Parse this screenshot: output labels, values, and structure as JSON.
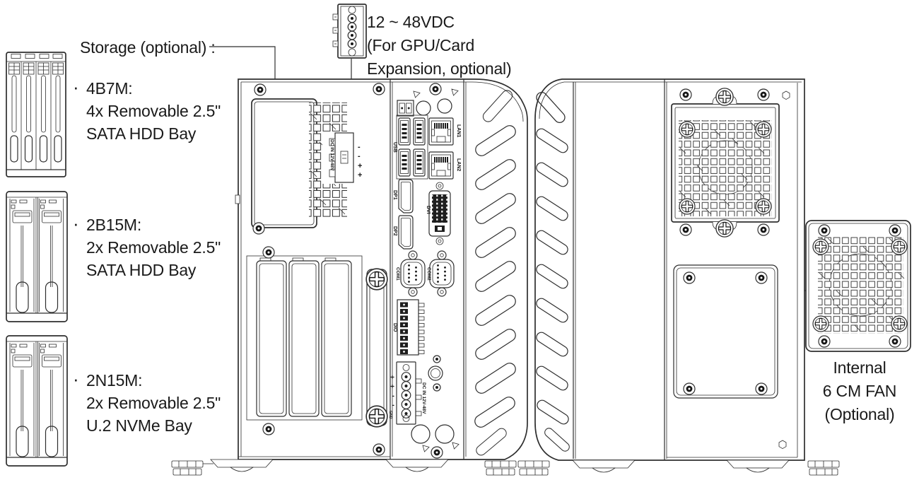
{
  "colors": {
    "line": "#2e2e2e",
    "background": "#ffffff",
    "text": "#1a1a1a"
  },
  "labels": {
    "bullet": "·",
    "storage_header": "Storage (optional) :",
    "storage_options": [
      {
        "model": "4B7M:",
        "desc1": "4x Removable 2.5\"",
        "desc2": "SATA HDD Bay"
      },
      {
        "model": "2B15M:",
        "desc1": "2x Removable 2.5\"",
        "desc2": "SATA HDD Bay"
      },
      {
        "model": "2N15M:",
        "desc1": "2x Removable 2.5\"",
        "desc2": "U.2 NVMe Bay"
      }
    ],
    "gpu_power": [
      "12 ~ 48VDC",
      "(For GPU/Card",
      "Expansion, optional)"
    ],
    "fan": [
      "Internal",
      "6 CM FAN",
      "(Optional)"
    ]
  },
  "io": {
    "usb": "USB",
    "lan1": "LAN1",
    "lan2": "LAN2",
    "dp1": "DP1",
    "dp2": "DP2",
    "dvi": "DVI",
    "com1": "COM1",
    "com2": "COM2",
    "dio": "DIO",
    "dc_in_top": "DC IN 12V-48V",
    "dc_in_bottom": "DC IN 12V-48V",
    "polarity_top": [
      "-",
      "-",
      "+",
      "+"
    ],
    "polarity_bottom": [
      "+",
      "+",
      "-",
      "-"
    ],
    "gnd": "GND"
  }
}
